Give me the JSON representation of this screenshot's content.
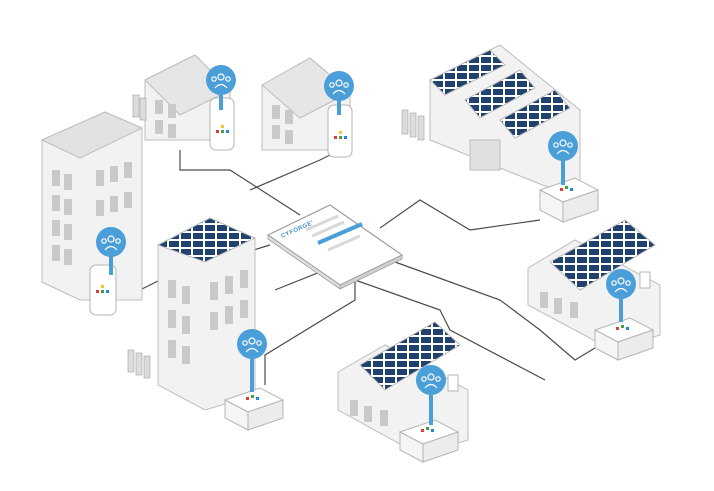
{
  "tablet": {
    "brand_label": "CYFORGE’"
  },
  "nodes": [
    {
      "name": "house-top-left",
      "icon": "community-icon"
    },
    {
      "name": "house-top-middle",
      "icon": "community-icon"
    },
    {
      "name": "factory-solar",
      "icon": "community-icon"
    },
    {
      "name": "office-tower-left",
      "icon": "community-icon"
    },
    {
      "name": "office-tower-solar",
      "icon": "community-icon"
    },
    {
      "name": "house-solar-bottom",
      "icon": "community-icon"
    },
    {
      "name": "house-solar-right",
      "icon": "community-icon"
    }
  ],
  "colors": {
    "accent": "#4a9fd8",
    "panel": "#21426e",
    "line": "#4a4a4a",
    "wall": "#f2f2f2"
  }
}
